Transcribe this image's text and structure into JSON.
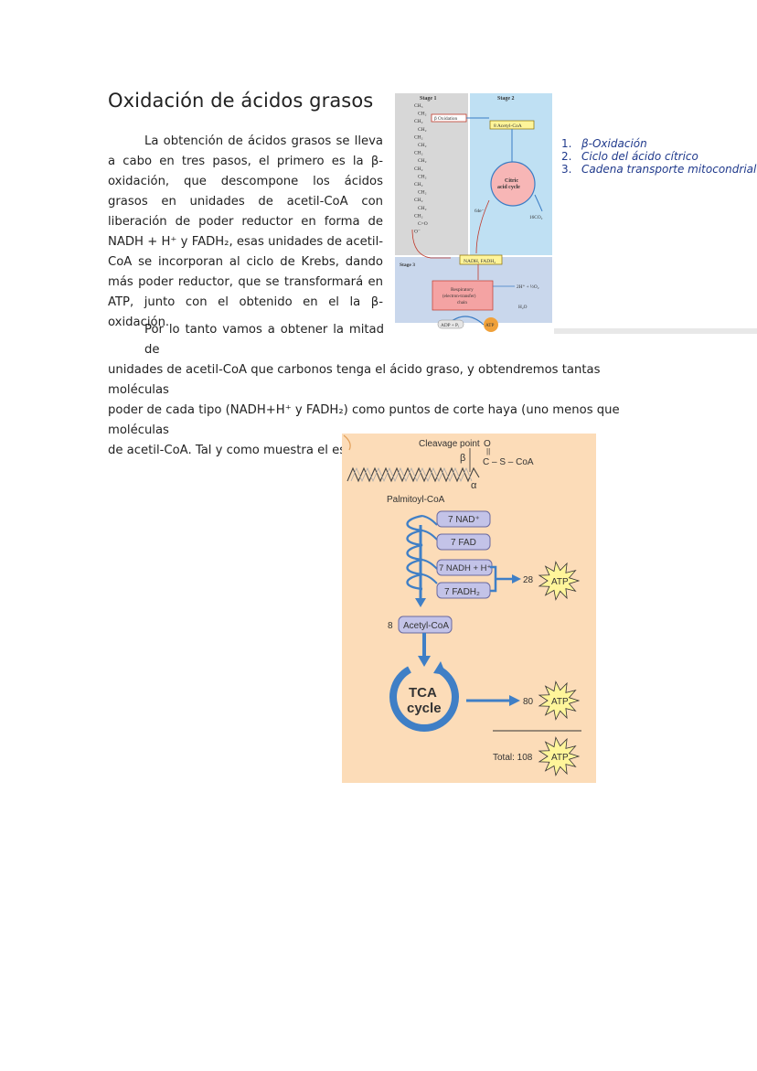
{
  "title": "Oxidación de ácidos grasos",
  "paragraph1": "La obtención de ácidos grasos se lleva a cabo en tres pasos, el primero es la β-oxidación, que descompone los ácidos grasos en unidades de acetil-CoA con liberación de poder reductor en forma de NADH + H⁺ y FADH₂, esas unidades de acetil-CoA se incorporan al ciclo de Krebs, dando más poder reductor, que se transformará en ATP, junto con el obtenido en el la β-oxidación.",
  "paragraph2_first": "Por lo tanto vamos a obtener la mitad de",
  "paragraph2_rest": [
    "unidades de acetil-CoA que carbonos tenga el ácido graso, y obtendremos tantas moléculas",
    "poder de cada tipo (NADH+H⁺ y FADH₂) como puntos de corte haya (uno menos que moléculas",
    "de acetil-CoA. Tal y como muestra el esquema."
  ],
  "steps_list": [
    {
      "num": "1.",
      "text": "β-Oxidación"
    },
    {
      "num": "2.",
      "text": "Ciclo del ácido cítrico"
    },
    {
      "num": "3.",
      "text": "Cadena transporte mitocondrial"
    }
  ],
  "figure1": {
    "stage1": "Stage 1",
    "stage2": "Stage 2",
    "stage3": "Stage 3",
    "beta_oxidation": "β Oxidation",
    "acetyl_coa": "8 Acetyl-CoA",
    "citric_cycle_l1": "Citric",
    "citric_cycle_l2": "acid cycle",
    "electrons": "64e⁻",
    "co2": "16CO₂",
    "nadh_fadh": "NADH, FADH₂",
    "resp_l1": "Respiratory",
    "resp_l2": "(electron-transfer)",
    "resp_l3": "chain",
    "o2": "2H⁺ + ½O₂",
    "h2o": "H₂O",
    "adp": "ADP + Pᵢ",
    "atp": "ATP",
    "chain": [
      "CH₃",
      "CH₂",
      "CH₂",
      "CH₂",
      "CH₂",
      "CH₂",
      "CH₂",
      "CH₂",
      "CH₂",
      "CH₂",
      "CH₂",
      "CH₂",
      "CH₂",
      "CH₂",
      "CH₂",
      "C=O",
      "O⁻"
    ]
  },
  "figure2": {
    "cleavage": "Cleavage point",
    "o_atom": "O",
    "beta": "β",
    "alpha": "α",
    "cs_coa": "C – S – CoA",
    "palmitoyl": "Palmitoyl-CoA",
    "nad": "7 NAD⁺",
    "fad": "7 FAD",
    "nadh": "7 NADH + H⁺",
    "fadh2": "7 FADH₂",
    "n28": "28",
    "atp": "ATP",
    "eight": "8",
    "acetyl": "Acetyl-CoA",
    "tca1": "TCA",
    "tca2": "cycle",
    "n80": "80",
    "total": "Total: 108"
  },
  "colors": {
    "list_text": "#203a8c",
    "stage12_bg": "#bfe0f3",
    "stage3_bg": "#c9d7ec",
    "fig2_bg": "#fcdcb8",
    "arrow_blue": "#3f7fc6",
    "atp_yellow": "#fff59a"
  }
}
